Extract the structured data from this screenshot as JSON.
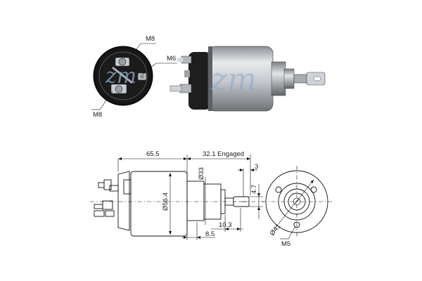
{
  "photo_labels": {
    "m8_top": "M8",
    "m6": "M6",
    "m8_bottom": "M8"
  },
  "dimensions": {
    "length": "65.5",
    "engaged": "32.1 Engaged",
    "dia_body": "Ø56.4",
    "dia_nose": "Ø33",
    "gap_3": "3",
    "tab_4_7": "4.7",
    "dim_10_3": "10.3",
    "dim_8_5": "8.5",
    "dia_41": "Ø41",
    "thread_m5": "M5"
  },
  "colors": {
    "line": "#111111",
    "metal_light": "#d7d9dc",
    "metal_dark": "#1c1c1c",
    "watermark": "#8fa8c8"
  }
}
